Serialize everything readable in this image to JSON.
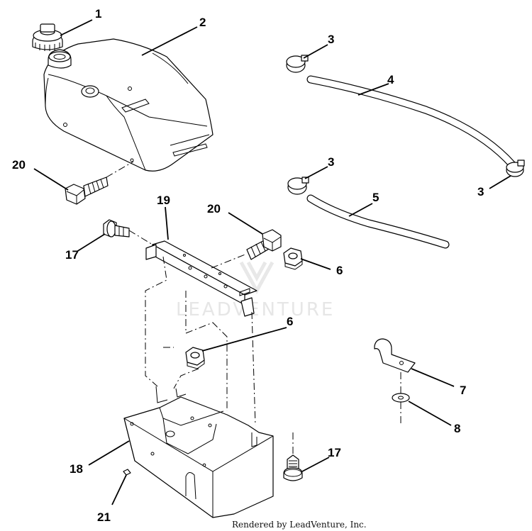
{
  "callouts": [
    {
      "id": "c1",
      "label": "1"
    },
    {
      "id": "c2",
      "label": "2"
    },
    {
      "id": "c3a",
      "label": "3"
    },
    {
      "id": "c4",
      "label": "4"
    },
    {
      "id": "c20a",
      "label": "20"
    },
    {
      "id": "c3b",
      "label": "3"
    },
    {
      "id": "c3c",
      "label": "3"
    },
    {
      "id": "c19",
      "label": "19"
    },
    {
      "id": "c20b",
      "label": "20"
    },
    {
      "id": "c5",
      "label": "5"
    },
    {
      "id": "c17a",
      "label": "17"
    },
    {
      "id": "c6a",
      "label": "6"
    },
    {
      "id": "c6b",
      "label": "6"
    },
    {
      "id": "c7",
      "label": "7"
    },
    {
      "id": "c18",
      "label": "18"
    },
    {
      "id": "c8",
      "label": "8"
    },
    {
      "id": "c17b",
      "label": "17"
    },
    {
      "id": "c21",
      "label": "21"
    }
  ],
  "watermark": "LEADVENTURE",
  "footer": "Rendered by LeadVenture, Inc."
}
